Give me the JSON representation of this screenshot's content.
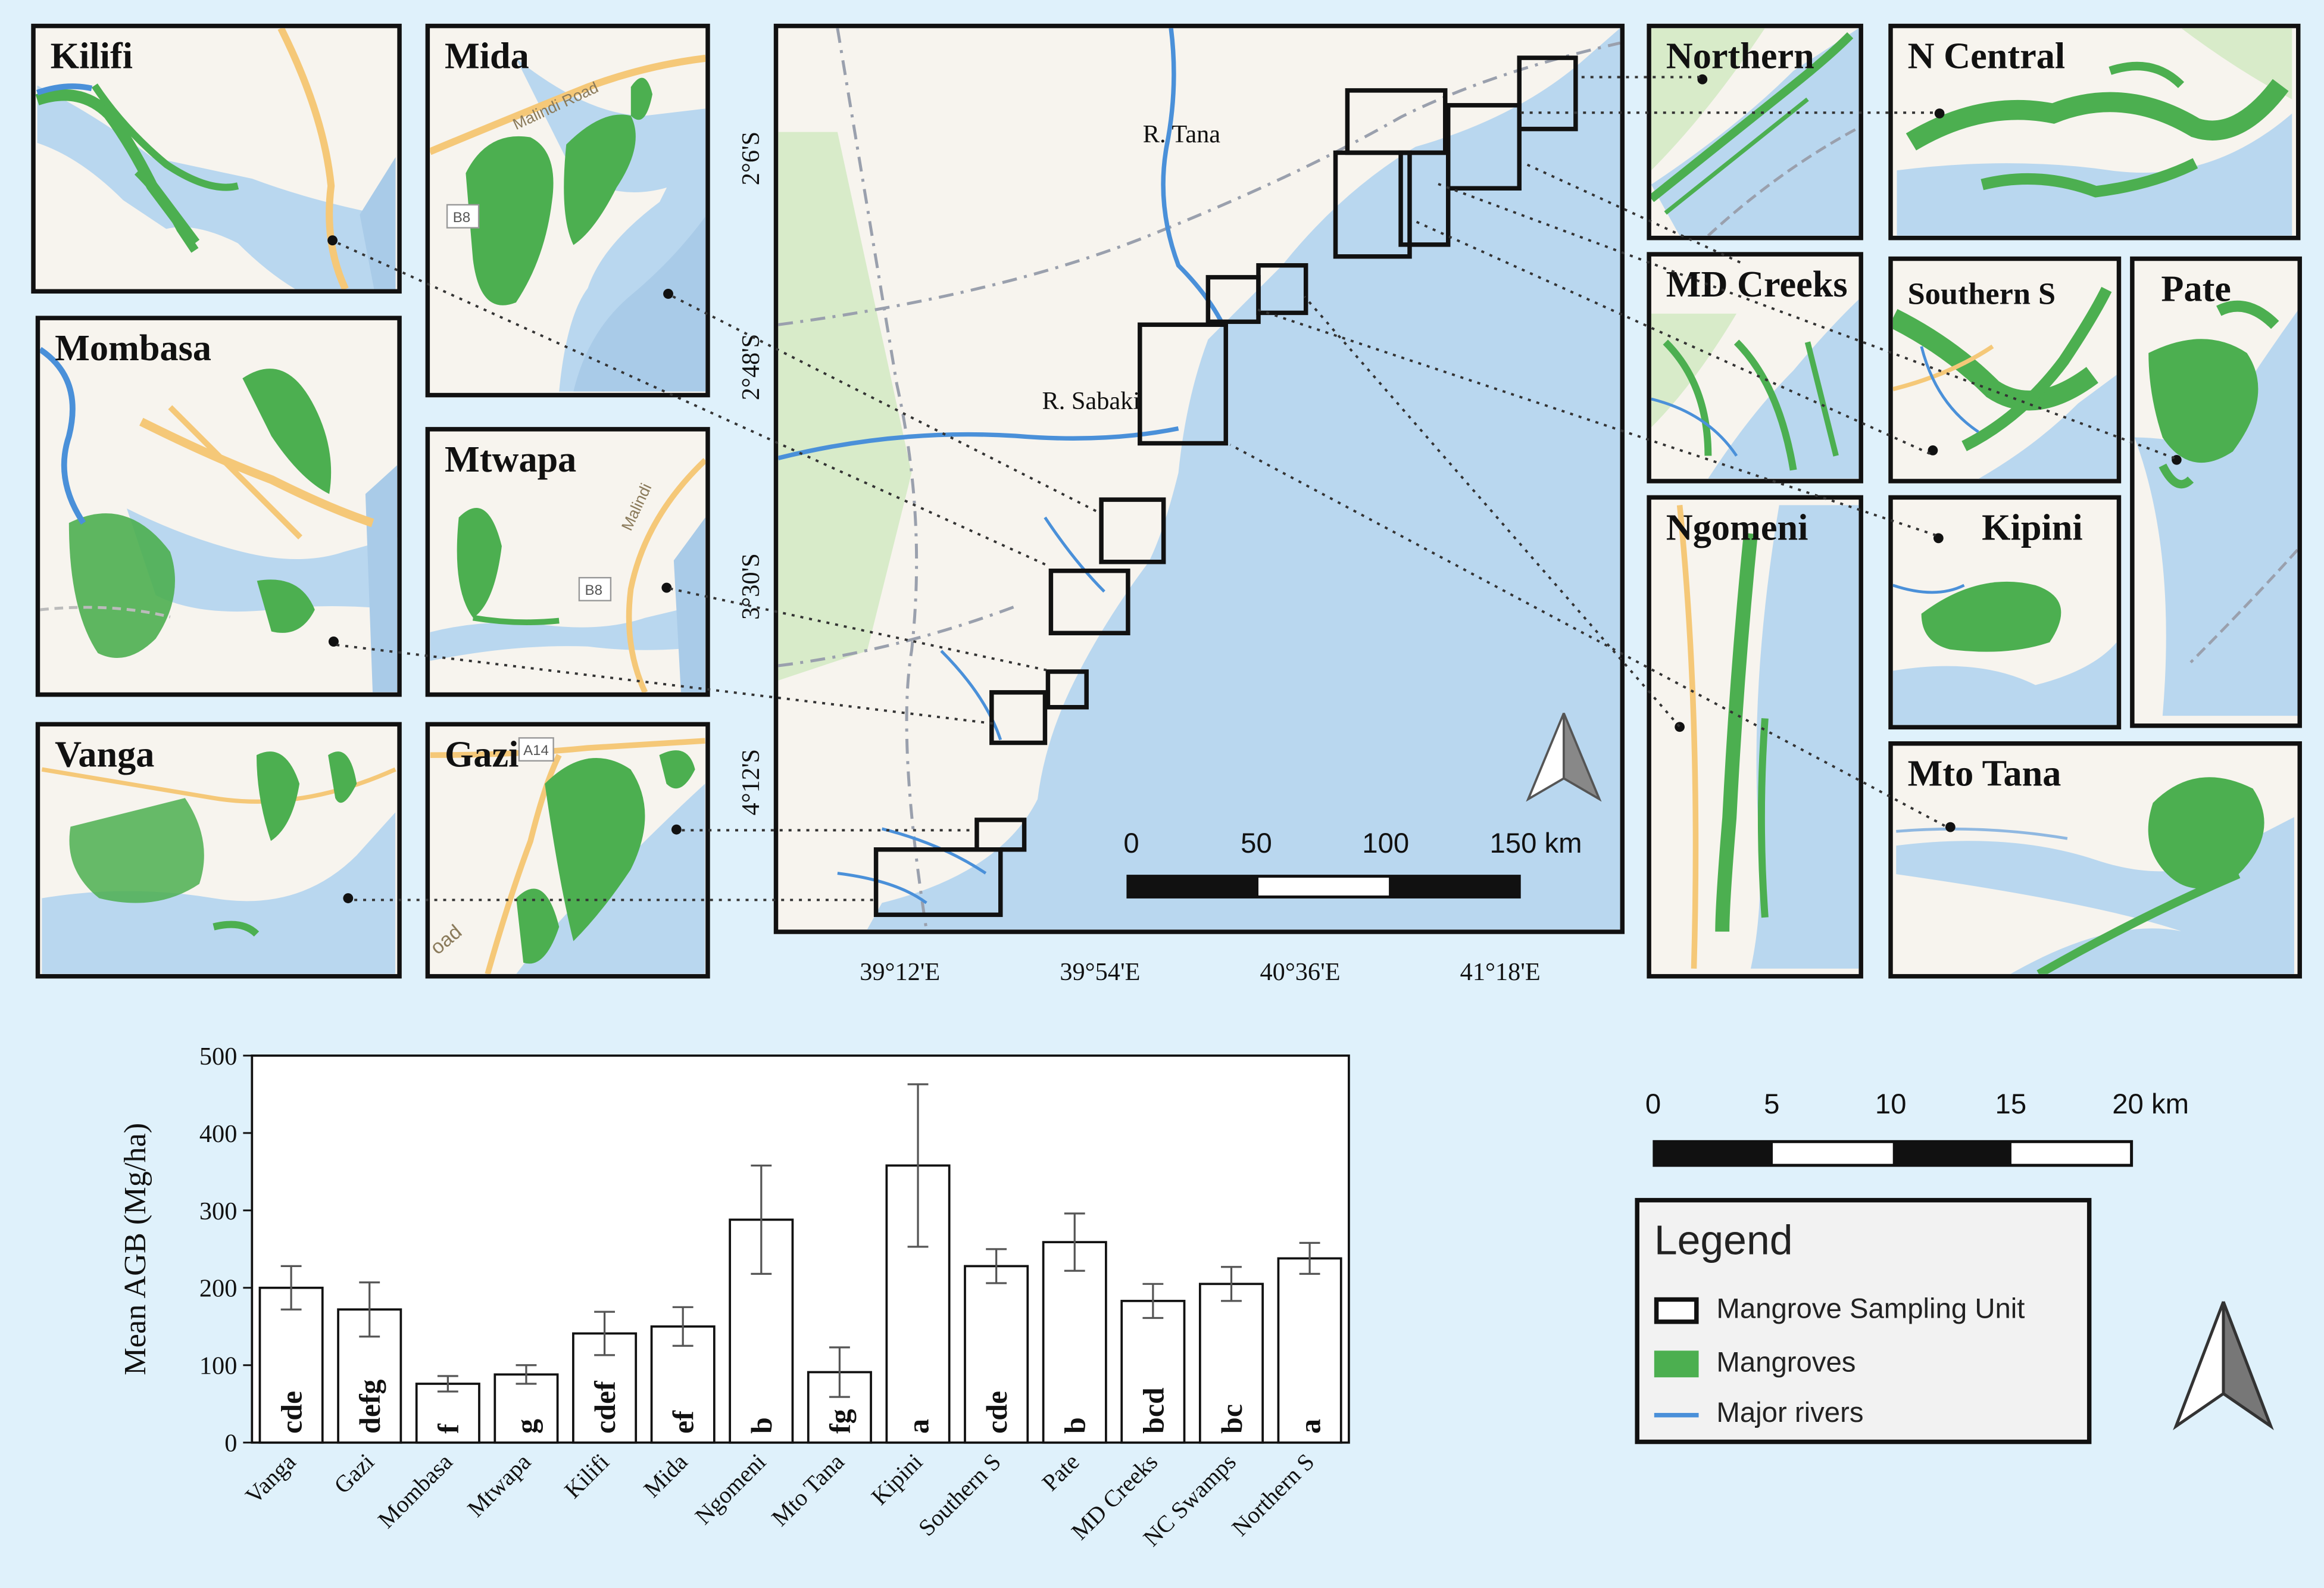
{
  "insets": [
    {
      "id": "kilifi",
      "label": "Kilifi"
    },
    {
      "id": "mida",
      "label": "Mida"
    },
    {
      "id": "mombasa",
      "label": "Mombasa"
    },
    {
      "id": "mtwapa",
      "label": "Mtwapa"
    },
    {
      "id": "vanga",
      "label": "Vanga"
    },
    {
      "id": "gazi",
      "label": "Gazi"
    },
    {
      "id": "northern",
      "label": "Northern"
    },
    {
      "id": "ncentral",
      "label": "N Central"
    },
    {
      "id": "mdcreeks",
      "label": "MD Creeks"
    },
    {
      "id": "southern",
      "label": "Southern S"
    },
    {
      "id": "pate",
      "label": "Pate"
    },
    {
      "id": "ngomeni",
      "label": "Ngomeni"
    },
    {
      "id": "kipini",
      "label": "Kipini"
    },
    {
      "id": "mtotana",
      "label": "Mto Tana"
    }
  ],
  "road_labels": {
    "mida": "Malindi Road",
    "mida_shield": "B8",
    "mtwapa": "Malindi",
    "mtwapa_shield": "B8",
    "gazi_shield": "A14",
    "gazi_road": "oad"
  },
  "main_map": {
    "lat_labels": [
      "2°6'S",
      "2°48'S",
      "3°30'S",
      "4°12'S"
    ],
    "lon_labels": [
      "39°12'E",
      "39°54'E",
      "40°36'E",
      "41°18'E"
    ],
    "river_labels": [
      "R. Tana",
      "R. Sabaki"
    ],
    "scale_labels": [
      "0",
      "50",
      "100",
      "150 km"
    ]
  },
  "scale_bar_2": {
    "labels": [
      "0",
      "5",
      "10",
      "15",
      "20 km"
    ]
  },
  "legend": {
    "title": "Legend",
    "items": [
      {
        "label": "Mangrove Sampling Unit",
        "symbol": "box"
      },
      {
        "label": "Mangroves",
        "symbol": "fill",
        "color": "#4caf50"
      },
      {
        "label": "Major rivers",
        "symbol": "line",
        "color": "#4a90d9"
      }
    ]
  },
  "colors": {
    "mangrove": "#4caf50",
    "water": "#b9d7ef",
    "land": "#f7f4ee",
    "river": "#4a90d9",
    "park": "#d8ebc9",
    "road": "#f5c878"
  },
  "chart_data": {
    "type": "bar",
    "ylabel": "Mean AGB (Mg/ha)",
    "ylim": [
      0,
      500
    ],
    "yticks": [
      0,
      100,
      200,
      300,
      400,
      500
    ],
    "categories": [
      "Vanga",
      "Gazi",
      "Mombasa",
      "Mtwapa",
      "Kilifi",
      "Mida",
      "Ngomeni",
      "Mto Tana",
      "Kipini",
      "Southern S",
      "Pate",
      "MD Creeks",
      "NC Swamps",
      "Northern S"
    ],
    "values": [
      200,
      172,
      76,
      88,
      141,
      150,
      288,
      91,
      358,
      228,
      259,
      183,
      205,
      238
    ],
    "errors": [
      28,
      35,
      10,
      12,
      28,
      25,
      70,
      32,
      105,
      22,
      37,
      22,
      22,
      20
    ],
    "letters": [
      "cde",
      "defg",
      "f",
      "g",
      "cdef",
      "ef",
      "b",
      "fg",
      "a",
      "cde",
      "b",
      "bcd",
      "bc",
      "a"
    ]
  }
}
